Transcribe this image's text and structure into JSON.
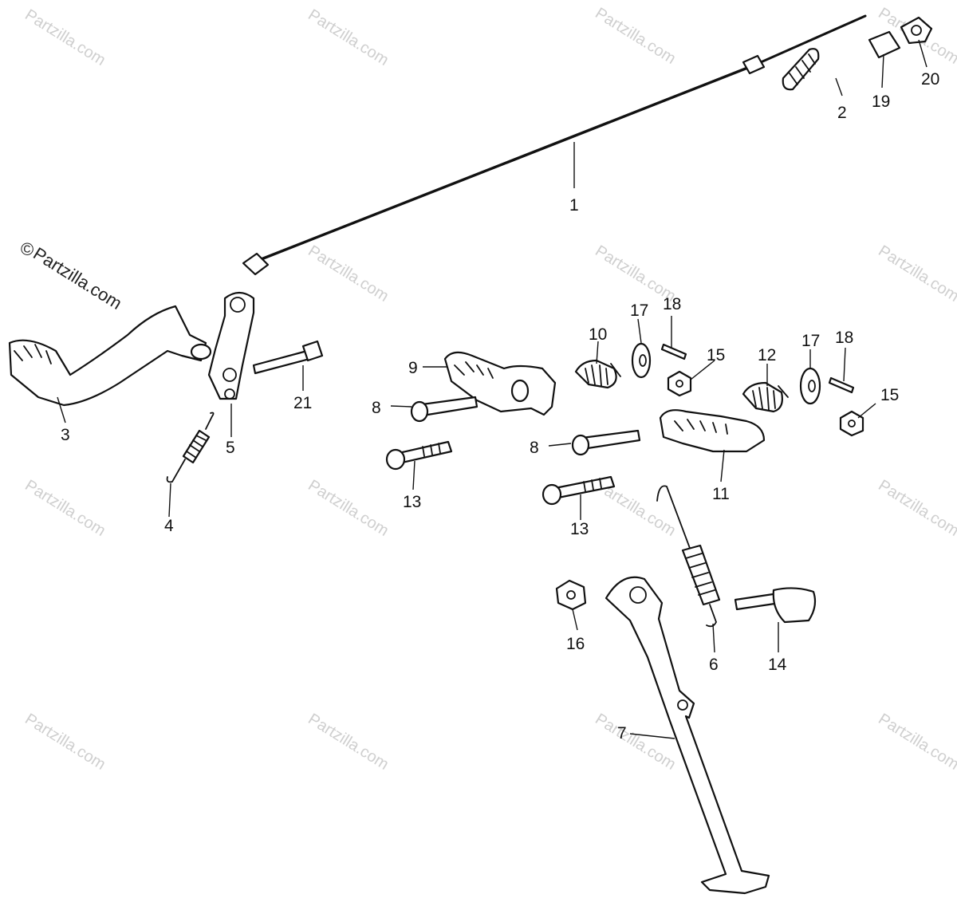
{
  "watermark": {
    "copyright": "©",
    "text": "Partzilla.com"
  },
  "callouts": {
    "p1": "1",
    "p2": "2",
    "p3": "3",
    "p4": "4",
    "p5": "5",
    "p6": "6",
    "p7": "7",
    "p8a": "8",
    "p8b": "8",
    "p9": "9",
    "p10": "10",
    "p11": "11",
    "p12": "12",
    "p13a": "13",
    "p13b": "13",
    "p14": "14",
    "p15a": "15",
    "p15b": "15",
    "p16": "16",
    "p17a": "17",
    "p17b": "17",
    "p18a": "18",
    "p18b": "18",
    "p19": "19",
    "p20": "20",
    "p21": "21"
  }
}
